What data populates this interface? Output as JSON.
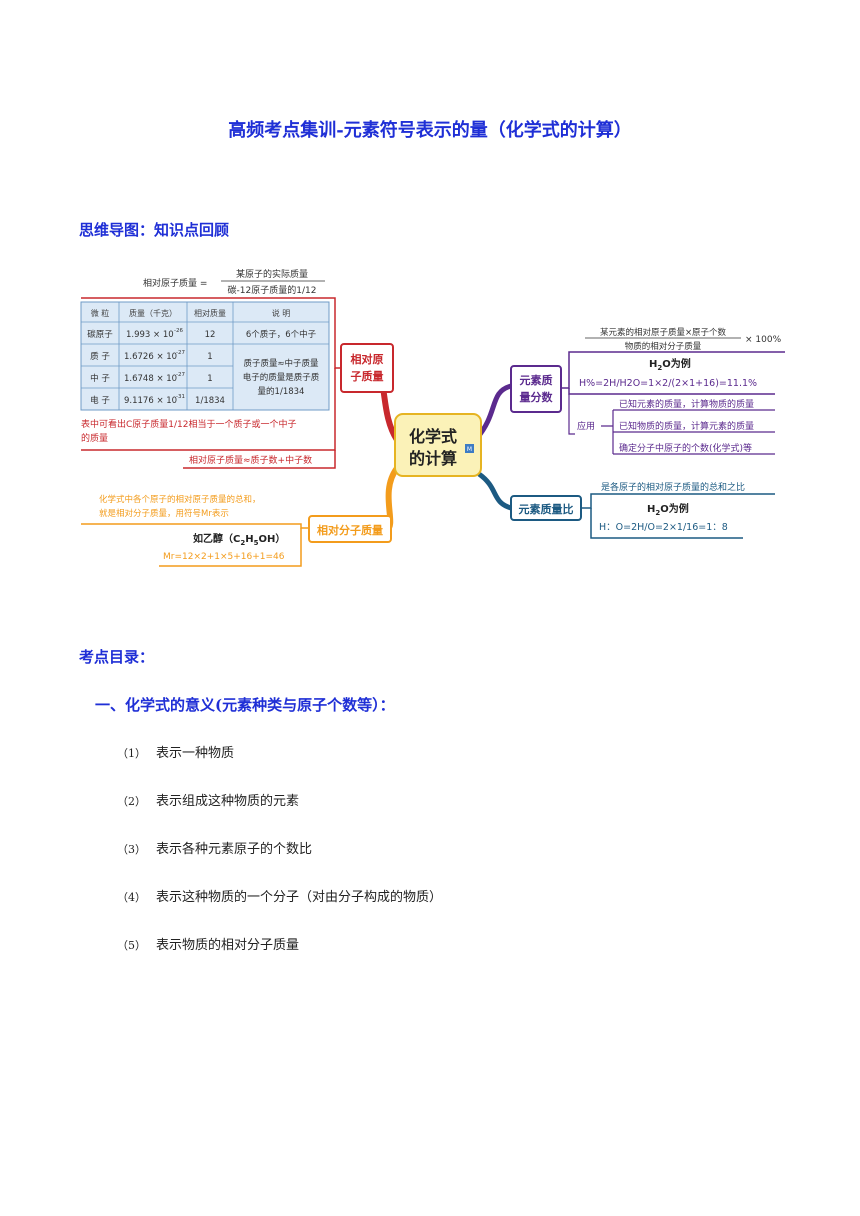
{
  "doc": {
    "title": "高频考点集训-元素符号表示的量（化学式的计算）",
    "mindmap_heading": "思维导图：知识点回顾",
    "contents_heading": "考点目录：",
    "section1_heading": "一、化学式的意义(元素种类与原子个数等）：",
    "items": [
      {
        "num": "（1）",
        "text": "表示一种物质"
      },
      {
        "num": "（2）",
        "text": "表示组成这种物质的元素"
      },
      {
        "num": "（3）",
        "text": "表示各种元素原子的个数比"
      },
      {
        "num": "（4）",
        "text": "表示这种物质的一个分子（对由分子构成的物质）"
      },
      {
        "num": "（5）",
        "text": "表示物质的相对分子质量"
      }
    ]
  },
  "mindmap": {
    "center": {
      "line1": "化学式",
      "line2": "的计算",
      "badge": "M"
    },
    "rel_atomic": {
      "label_line1": "相对原",
      "label_line2": "子质量",
      "formula_left": "相对原子质量 =",
      "formula_num": "某原子的实际质量",
      "formula_den": "碳-12原子质量的1/12",
      "table": {
        "headers": [
          "微  粒",
          "质量（千克）",
          "相对质量",
          "说  明"
        ],
        "rows": [
          {
            "name": "碳原子",
            "mass": "1.993 × 10",
            "exp": "-26",
            "rel": "12",
            "note": "6个质子，6个中子"
          },
          {
            "name": "质  子",
            "mass": "1.6726 × 10",
            "exp": "-27",
            "rel": "1",
            "note": ""
          },
          {
            "name": "中  子",
            "mass": "1.6748 × 10",
            "exp": "-27",
            "rel": "1",
            "note": ""
          },
          {
            "name": "电  子",
            "mass": "9.1176 × 10",
            "exp": "-31",
            "rel": "1/1834",
            "note": ""
          }
        ],
        "merged_note": [
          "质子质量≈中子质量",
          "电子的质量是质子质",
          "量的1/1834"
        ]
      },
      "note_line1": "表中可看出C原子质量1/12相当于一个质子或一个中子",
      "note_line2": "的质量",
      "approx": "相对原子质量≈质子数+中子数"
    },
    "rel_molecular": {
      "label": "相对分子质量",
      "def_line1": "化学式中各个原子的相对原子质量的总和，",
      "def_line2": "就是相对分子质量，用符号Mr表示",
      "example_title": "如乙醇（C",
      "example_sub1": "2",
      "example_mid": "H",
      "example_sub2": "5",
      "example_end": "OH）",
      "example_calc": "Mr=12×2+1×5+16+1=46"
    },
    "mass_fraction": {
      "label_line1": "元素质",
      "label_line2": "量分数",
      "formula_num": "某元素的相对原子质量×原子个数",
      "formula_den": "物质的相对分子质量",
      "times100": "× 100%",
      "example_title": "H",
      "example_sub": "2",
      "example_end": "O为例",
      "example_calc": "H%=2H/H2O=1×2/(2×1+16)=11.1%",
      "apply_label": "应用",
      "apply_items": [
        "已知元素的质量，计算物质的质量",
        "已知物质的质量，计算元素的质量",
        "确定分子中原子的个数(化学式)等"
      ]
    },
    "mass_ratio": {
      "label": "元素质量比",
      "def": "是各原子的相对原子质量的总和之比",
      "example_title": "H",
      "example_sub": "2",
      "example_end": "O为例",
      "example_calc": "H：O=2H/O=2×1/16=1：8"
    },
    "colors": {
      "red": "#c8282d",
      "orange": "#f39c1c",
      "purple": "#5b2a8e",
      "teal": "#1c5a82",
      "center_fill": "#fbf2b8",
      "center_border": "#e6b422",
      "table_fill": "#dce9f6",
      "table_border": "#6f9bc7",
      "title_blue": "#1f2fd6"
    }
  }
}
